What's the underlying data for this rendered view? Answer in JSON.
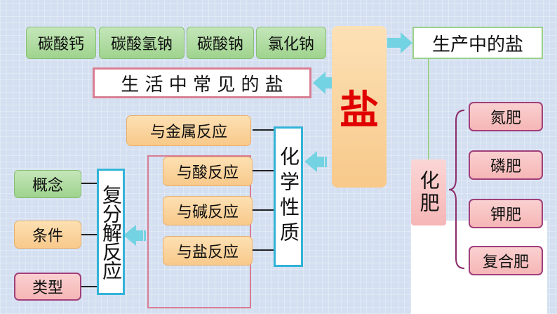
{
  "central_node": "盐",
  "top_row_salts": [
    "碳酸钙",
    "碳酸氢钠",
    "碳酸钠",
    "氯化钠"
  ],
  "common_salts_label": "生 活 中 常 见 的 盐",
  "production_label": "生产中的盐",
  "fertilizer_label": "化肥",
  "fertilizers": [
    "氮肥",
    "磷肥",
    "钾肥",
    "复合肥"
  ],
  "chemical_properties_label": "化学性质",
  "reactions": [
    "与金属反应",
    "与酸反应",
    "与碱反应",
    "与盐反应"
  ],
  "double_decomposition_label": "复分解反应",
  "double_decomposition_items": [
    "概念",
    "条件",
    "类型"
  ],
  "colors": {
    "central_text": "#e00000",
    "central_box": "#f8c98a",
    "arrow": "#74d3e2",
    "salt_boxes": "#9fd38e",
    "reaction_boxes": "#f8c98a",
    "fertilizer_boxes": "#f6b6b6"
  }
}
